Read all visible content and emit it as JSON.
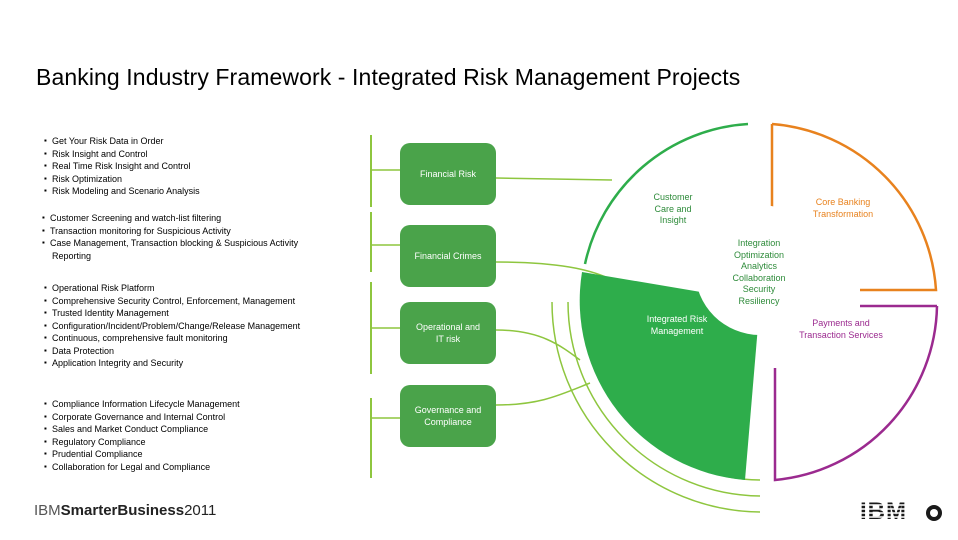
{
  "title": "Banking Industry Framework - Integrated Risk Management Projects",
  "groups": [
    {
      "items": [
        "Get Your Risk Data in Order",
        "Risk Insight and Control",
        "Real Time Risk Insight and Control",
        "Risk Optimization",
        "Risk Modeling and Scenario Analysis"
      ],
      "category": "Financial Risk"
    },
    {
      "items": [
        "Customer Screening and watch-list filtering",
        "Transaction monitoring for Suspicious Activity",
        "Case Management, Transaction blocking & Suspicious Activity",
        "Reporting"
      ],
      "category": "Financial Crimes"
    },
    {
      "items": [
        "Operational Risk Platform",
        "Comprehensive Security Control, Enforcement, Management",
        "Trusted Identity Management",
        "Configuration/Incident/Problem/Change/Release Management",
        "Continuous, comprehensive fault monitoring",
        "Data Protection",
        "Application Integrity and Security"
      ],
      "category": "Operational and IT risk"
    },
    {
      "items": [
        "Compliance Information Lifecycle Management",
        "Corporate Governance and Internal Control",
        "Sales and Market Conduct Compliance",
        "Regulatory Compliance",
        "Prudential Compliance",
        "Collaboration for Legal and Compliance"
      ],
      "category": "Governance and Compliance"
    }
  ],
  "wheel": {
    "quadrants": {
      "top_left": "Customer Care and Insight",
      "top_right": "Core Banking Transformation",
      "bottom_left": "Integrated Risk Management",
      "bottom_right": "Payments and Transaction Services"
    },
    "center": "Integration Optimization Analytics Collaboration Security Resiliency"
  },
  "footer": {
    "brand_prefix": "IBM",
    "brand_main": "SmarterBusiness",
    "brand_year": "2011"
  },
  "logo": "IBM",
  "colors": {
    "green": "#2ead4b",
    "pill_green": "#4aa34a",
    "line_green": "#8ec63f",
    "orange": "#e8821e",
    "purple": "#9b2a8f",
    "text_green": "#2e8b3a"
  }
}
